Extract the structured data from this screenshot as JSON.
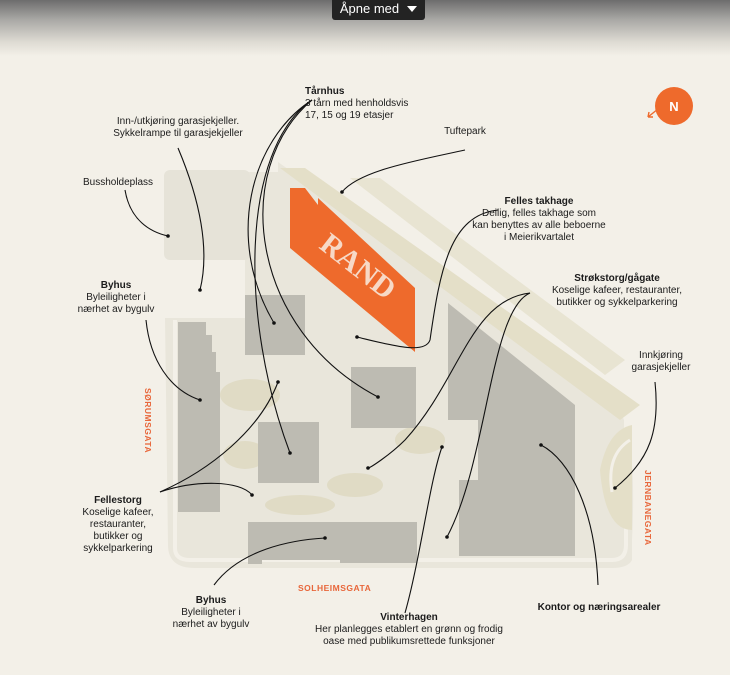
{
  "toolbar": {
    "open_with_label": "Åpne med"
  },
  "compass": {
    "label": "N"
  },
  "logo": {
    "text": "RAND"
  },
  "streets": {
    "west": "SØRUMSGATA",
    "south": "SOLHEIMSGATA",
    "east": "JERNBANEGATA"
  },
  "labels": {
    "tarnhus": {
      "title": "Tårnhus",
      "desc": "3 tårn med henholdsvis\n17, 15 og 19 etasjer"
    },
    "inn_ut": {
      "title": "",
      "desc": "Inn-/utkjøring garasjekjeller.\nSykkelrampe til garasjekjeller"
    },
    "tuftepark": {
      "title": "",
      "desc": "Tuftepark"
    },
    "bussholdeplass": {
      "title": "",
      "desc": "Bussholdeplass"
    },
    "felles_takhage": {
      "title": "Felles takhage",
      "desc": "Deilig, felles takhage som\nkan benyttes av alle beboerne\ni Meierikvartalet"
    },
    "byhus_top": {
      "title": "Byhus",
      "desc": "Byleiligheter i\nnærhet av bygulv"
    },
    "strokstorg": {
      "title": "Strøkstorg/gågate",
      "desc": "Koselige kafeer, restauranter,\nbutikker og sykkelparkering"
    },
    "innkjoring": {
      "title": "",
      "desc": "Innkjøring\ngarasjekjeller"
    },
    "fellestorg": {
      "title": "Fellestorg",
      "desc": "Koselige kafeer,\nrestauranter,\nbutikker og\nsykkelparkering"
    },
    "byhus_bottom": {
      "title": "Byhus",
      "desc": "Byleiligheter i\nnærhet av bygulv"
    },
    "vinterhagen": {
      "title": "Vinterhagen",
      "desc": "Her planlegges etablert en grønn og frodig\noase med publikumsrettede funksjoner"
    },
    "kontor": {
      "title": "Kontor og næringsarealer",
      "desc": ""
    }
  },
  "colors": {
    "accent": "#ee6a2c",
    "building": "#bdbbb2",
    "ground": "#e7e4d8",
    "park": "#ddd8c1",
    "background": "#f3f0e8"
  }
}
